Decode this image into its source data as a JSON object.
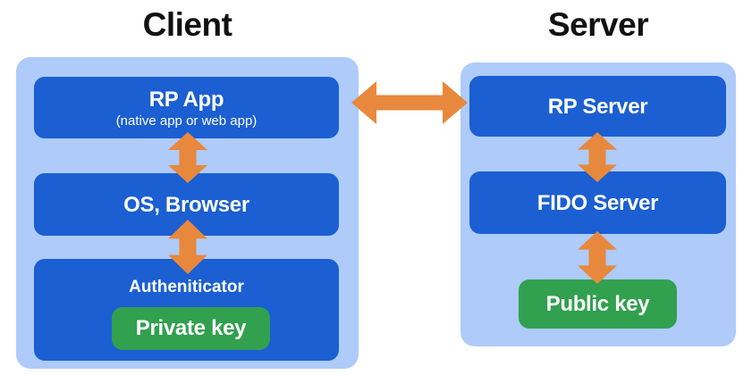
{
  "client": {
    "title": "Client",
    "rp_app": {
      "title": "RP App",
      "subtitle": "(native app or web app)"
    },
    "os_browser": {
      "title": "OS, Browser"
    },
    "authenticator": {
      "title": "Autheniticator",
      "private_key_label": "Private key"
    }
  },
  "server": {
    "title": "Server",
    "rp_server": {
      "title": "RP Server"
    },
    "fido_server": {
      "title": "FIDO Server"
    },
    "public_key_label": "Public key"
  },
  "connections": [
    {
      "from": "RP App",
      "to": "RP Server",
      "direction": "bidirectional"
    },
    {
      "from": "RP App",
      "to": "OS, Browser",
      "direction": "bidirectional"
    },
    {
      "from": "OS, Browser",
      "to": "Autheniticator",
      "direction": "bidirectional"
    },
    {
      "from": "RP Server",
      "to": "FIDO Server",
      "direction": "bidirectional"
    },
    {
      "from": "FIDO Server",
      "to": "Public key",
      "direction": "bidirectional"
    }
  ],
  "colors": {
    "background": "#FFFFFF",
    "panel": "#AECBFA",
    "box": "#1B5FD2",
    "key": "#31A04F",
    "arrow": "#E8883C",
    "heading_text": "#111111",
    "box_text": "#FFFFFF"
  }
}
